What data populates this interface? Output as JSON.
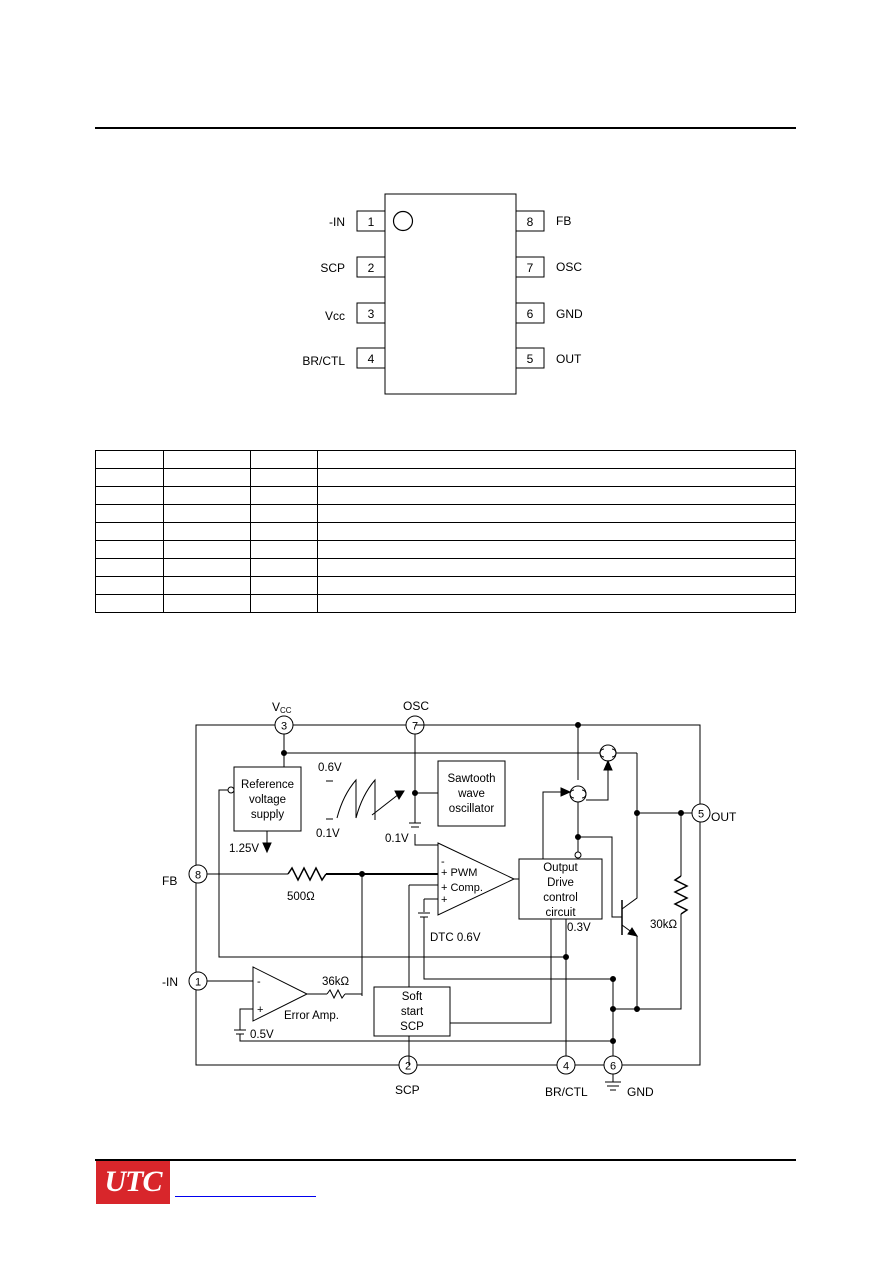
{
  "package": {
    "left_pins": [
      {
        "num": "1",
        "name": "-IN"
      },
      {
        "num": "2",
        "name": "SCP"
      },
      {
        "num": "3",
        "name": "Vcc"
      },
      {
        "num": "4",
        "name": "BR/CTL"
      }
    ],
    "right_pins": [
      {
        "num": "8",
        "name": "FB"
      },
      {
        "num": "7",
        "name": "OSC"
      },
      {
        "num": "6",
        "name": "GND"
      },
      {
        "num": "5",
        "name": "OUT"
      }
    ]
  },
  "block": {
    "vcc_label": "V",
    "vcc_sub": "CC",
    "osc_label": "OSC",
    "ref_supply": [
      "Reference",
      "voltage",
      "supply"
    ],
    "v_1_25": "1.25V",
    "v_0_6": "0.6V",
    "v_0_1_a": "0.1V",
    "v_0_1_b": "0.1V",
    "sawtooth": [
      "Sawtooth",
      "wave",
      "oscillator"
    ],
    "fb_label": "FB",
    "r_500": "500Ω",
    "pwm_minus": "-",
    "pwm_plus1": "+ PWM",
    "pwm_plus2": "+ Comp.",
    "pwm_plus3": "+",
    "output_drive": [
      "Output",
      "Drive",
      "control",
      "circuit"
    ],
    "v_0_3": "0.3V",
    "dtc": "DTC 0.6V",
    "r_30k": "30kΩ",
    "out_label": "OUT",
    "in_label": "-IN",
    "r_36k": "36kΩ",
    "erramp_minus": "-",
    "erramp_plus": "+",
    "error_amp": "Error Amp.",
    "v_0_5": "0.5V",
    "soft_start": [
      "Soft",
      "start",
      "SCP"
    ],
    "scp_label": "SCP",
    "brctl_label": "BR/CTL",
    "gnd_label": "GND",
    "pin_3": "3",
    "pin_7": "7",
    "pin_8": "8",
    "pin_5": "5",
    "pin_1": "1",
    "pin_2": "2",
    "pin_4": "4",
    "pin_6": "6"
  },
  "footer": {
    "logo_text": "UTC"
  }
}
